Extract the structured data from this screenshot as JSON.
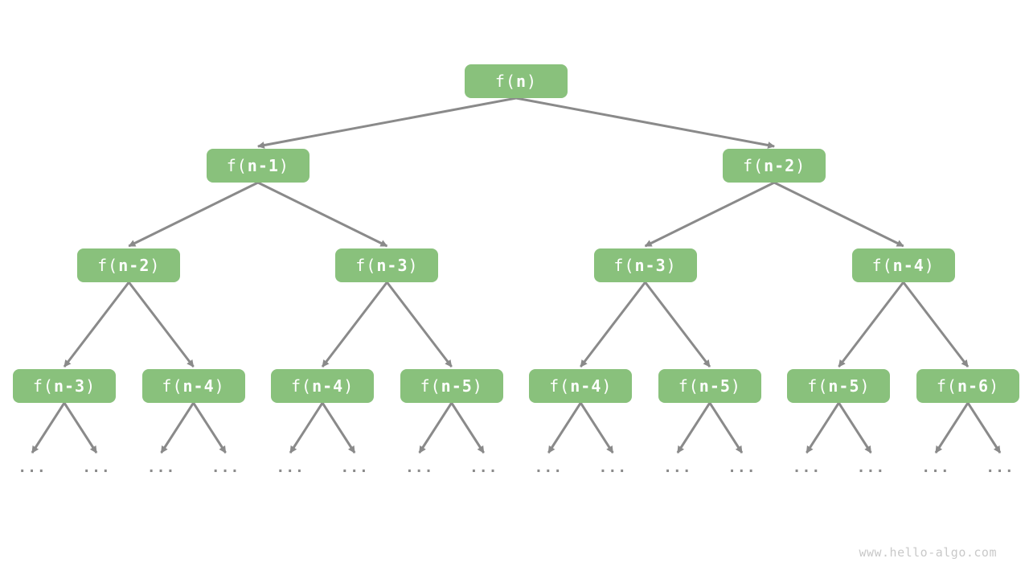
{
  "diagram": {
    "type": "recursion-tree",
    "description": "Fibonacci recursion tree"
  },
  "colors": {
    "background": "#ffffff",
    "node_fill": "#89c17c",
    "node_text": "#ffffff",
    "edge": "#8a8a8a",
    "watermark": "#c9c9c9"
  },
  "tree": {
    "ellipsis": "...",
    "levels": [
      {
        "nodes": [
          {
            "pre": "f(",
            "arg": "n",
            "post": ")"
          }
        ]
      },
      {
        "nodes": [
          {
            "pre": "f(",
            "arg": "n-1",
            "post": ")"
          },
          {
            "pre": "f(",
            "arg": "n-2",
            "post": ")"
          }
        ]
      },
      {
        "nodes": [
          {
            "pre": "f(",
            "arg": "n-2",
            "post": ")"
          },
          {
            "pre": "f(",
            "arg": "n-3",
            "post": ")"
          },
          {
            "pre": "f(",
            "arg": "n-3",
            "post": ")"
          },
          {
            "pre": "f(",
            "arg": "n-4",
            "post": ")"
          }
        ]
      },
      {
        "nodes": [
          {
            "pre": "f(",
            "arg": "n-3",
            "post": ")"
          },
          {
            "pre": "f(",
            "arg": "n-4",
            "post": ")"
          },
          {
            "pre": "f(",
            "arg": "n-4",
            "post": ")"
          },
          {
            "pre": "f(",
            "arg": "n-5",
            "post": ")"
          },
          {
            "pre": "f(",
            "arg": "n-4",
            "post": ")"
          },
          {
            "pre": "f(",
            "arg": "n-5",
            "post": ")"
          },
          {
            "pre": "f(",
            "arg": "n-5",
            "post": ")"
          },
          {
            "pre": "f(",
            "arg": "n-6",
            "post": ")"
          }
        ]
      }
    ]
  },
  "watermark": {
    "text": "www.hello-algo.com"
  }
}
